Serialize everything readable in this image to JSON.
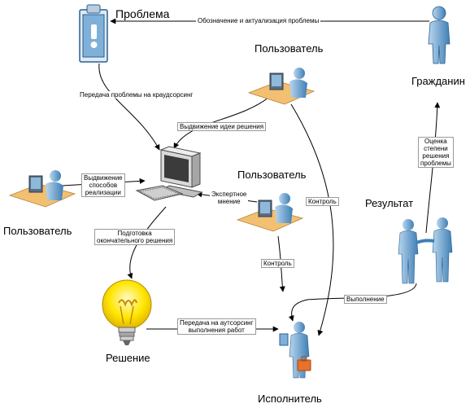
{
  "nodes": {
    "problem": "Проблема",
    "citizen": "Гражданин",
    "user_top": "Пользователь",
    "user_mid": "Пользователь",
    "user_left": "Пользователь",
    "result": "Результат",
    "solution": "Решение",
    "executor": "Исполнитель"
  },
  "edges": {
    "designation": "Обозначение и актуализация проблемы",
    "transfer_crowd": "Передача проблемы на краудсорсинг",
    "idea": "Выдвижение идеи решения",
    "ways": "Выдвижение\nспособов\nреализации",
    "expert": "Экспертное\nмнение",
    "control_top": "Контроль",
    "control_mid": "Контроль",
    "prep": "Подготовка\nокончательного решения",
    "assess": "Оценка\nстепени\nрешения\nпроблемы",
    "execution": "Выполнение",
    "outsource": "Передача на аутсорсинг\nвыполнения работ"
  },
  "colors": {
    "person_body": "#8fb9db",
    "person_dark": "#3f7fb5",
    "desk": "#f2c070",
    "monitor": "#5a6d82",
    "bulb": "#ffe600",
    "clipboard": "#7fb0d8",
    "arrow": "#000000"
  },
  "icons": [
    "clipboard-icon",
    "computer-icon",
    "lightbulb-icon",
    "person-icon",
    "user-at-desk-icon",
    "handshake-icon",
    "briefcase-icon"
  ]
}
